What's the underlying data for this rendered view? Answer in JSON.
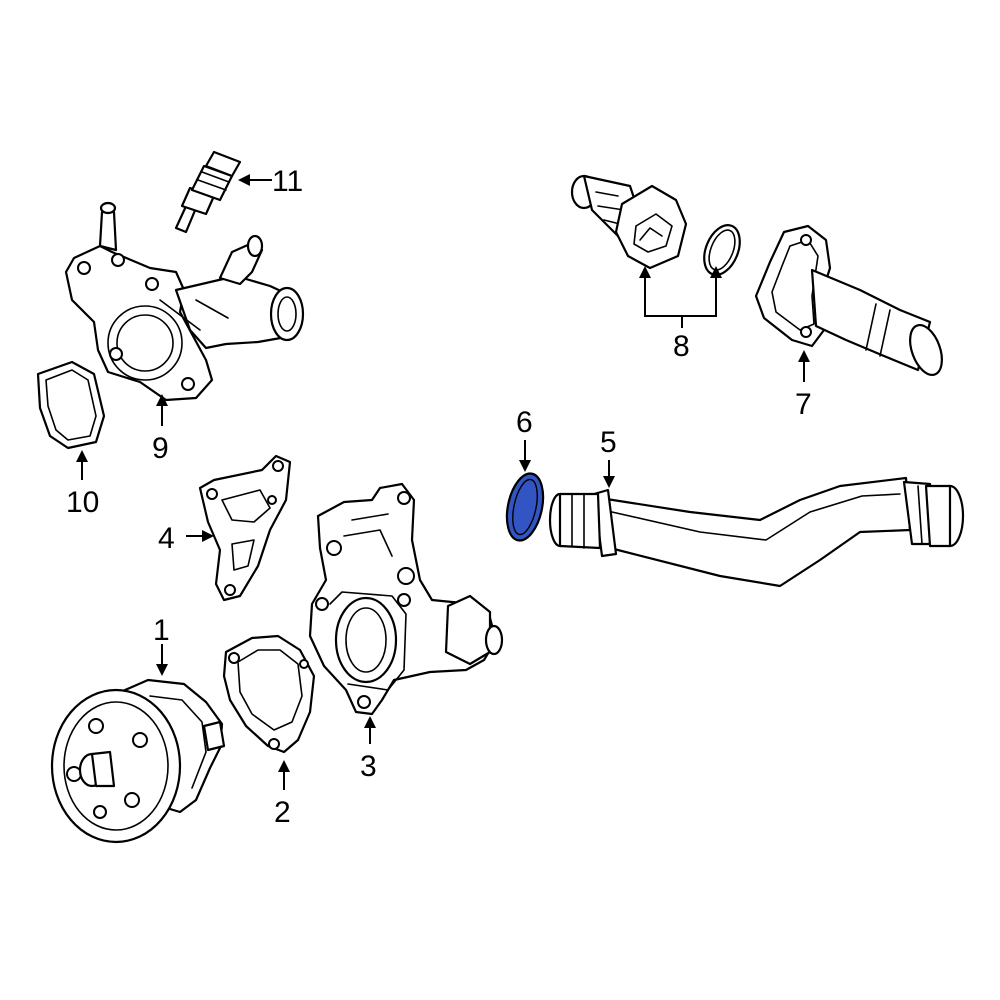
{
  "highlight_color": "#3355c4",
  "callouts": {
    "c1": "1",
    "c2": "2",
    "c3": "3",
    "c4": "4",
    "c5": "5",
    "c6": "6",
    "c7": "7",
    "c8": "8",
    "c9": "9",
    "c10": "10",
    "c11": "11"
  }
}
